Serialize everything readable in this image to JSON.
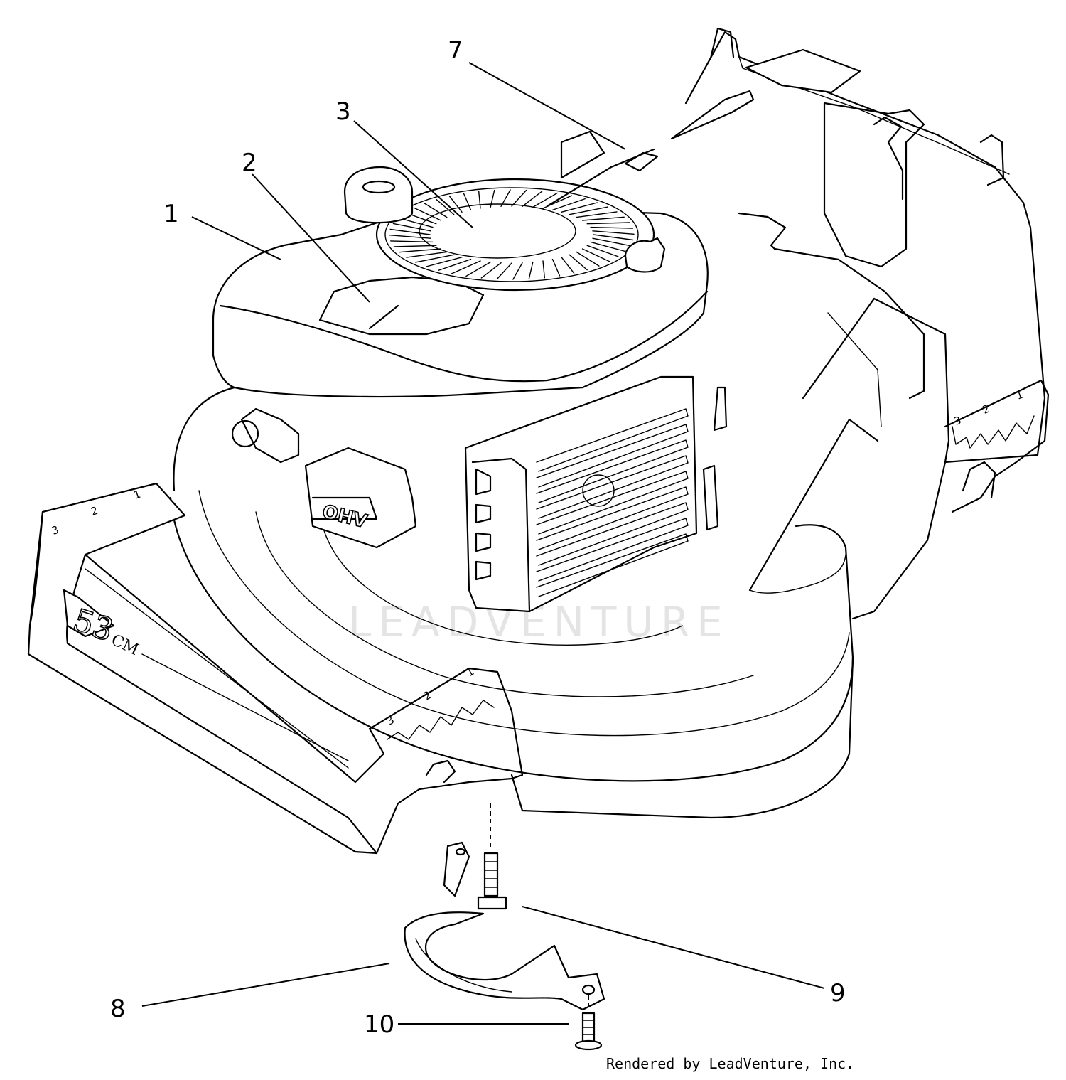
{
  "callouts": [
    {
      "id": "1",
      "label": "1"
    },
    {
      "id": "2",
      "label": "2"
    },
    {
      "id": "3",
      "label": "3"
    },
    {
      "id": "7",
      "label": "7"
    },
    {
      "id": "8",
      "label": "8"
    },
    {
      "id": "9",
      "label": "9"
    },
    {
      "id": "10",
      "label": "10"
    }
  ],
  "deck_decal": {
    "size": "53",
    "unit": "CM"
  },
  "engine_badge": "OHV",
  "height_scale": [
    "1",
    "2",
    "3"
  ],
  "watermark": "LEADVENTURE",
  "credit": "Rendered by LeadVenture, Inc."
}
